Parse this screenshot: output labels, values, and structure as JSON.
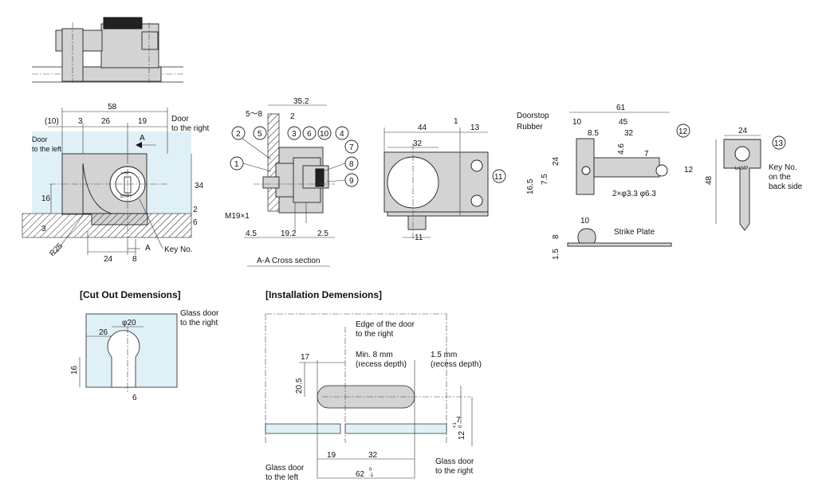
{
  "sections": {
    "cut_out_title": "[Cut Out Demensions]",
    "installation_title": "[Installation Demensions]",
    "aa_caption": "A-A Cross section"
  },
  "labels": {
    "door_to_the_right": "Door",
    "door_to_the_right_2": "to the right",
    "door_to_the_left": "Door",
    "door_to_the_left_2": "to the left",
    "key_no": "Key No.",
    "section_a": "A",
    "doorstop_rubber_1": "Doorstop",
    "doorstop_rubber_2": "Rubber",
    "strike_plate": "Strike Plate",
    "key_back_1": "Key No.",
    "key_back_2": "on the",
    "key_back_3": "back side",
    "holes": "2×φ3.3  φ6.3",
    "m19": "M19×1",
    "glass_door_right_1": "Glass door",
    "glass_door_right_2": "to the right",
    "edge_of_door_1": "Edge of the door",
    "edge_of_door_2": "to the right",
    "min8_1": "Min. 8 mm",
    "min8_2": "(recess depth)",
    "mm15_1": "1.5 mm",
    "mm15_2": "(recess depth)",
    "glass_left_1": "Glass door",
    "glass_left_2": "to the left",
    "glass_right_b1": "Glass door",
    "glass_right_b2": "to the right",
    "lamp": "LAMP",
    "key_code": "87777"
  },
  "callouts": [
    "1",
    "2",
    "3",
    "4",
    "5",
    "6",
    "7",
    "8",
    "9",
    "10",
    "11",
    "12",
    "13"
  ],
  "dims": {
    "d58": "58",
    "d10p": "(10)",
    "d3": "3",
    "d26": "26",
    "d19": "19",
    "d34": "34",
    "d16": "16",
    "d2": "2",
    "d6": "6",
    "d3b": "3",
    "r25": "R25",
    "d24": "24",
    "d8": "8",
    "d5_8": "5～8",
    "d35_2": "35.2",
    "d2b": "2",
    "d4_5": "4.5",
    "d19_2": "19.2",
    "d2_5": "2.5",
    "d44": "44",
    "d1": "1",
    "d13": "13",
    "d32": "32",
    "d11": "11",
    "d61": "61",
    "d10": "10",
    "d45": "45",
    "d8_5": "8.5",
    "d32b": "32",
    "d24b": "24",
    "d4_6": "4.6",
    "d7": "7",
    "d12": "12",
    "d16_5": "16.5",
    "d7_5": "7.5",
    "d10b": "10",
    "d8b": "8",
    "d1_5": "1.5",
    "d24k": "24",
    "d48": "48",
    "phi20": "φ20",
    "c26": "26",
    "c16": "16",
    "c6": "6",
    "i17": "17",
    "i20_5": "20.5",
    "i19": "19",
    "i32": "32",
    "i62": "62",
    "i62tol_top": "0",
    "i62tol_bot": "-1",
    "i7": "7",
    "i12": "12",
    "i12tol_top": "+1",
    "i12tol_bot": "0"
  }
}
